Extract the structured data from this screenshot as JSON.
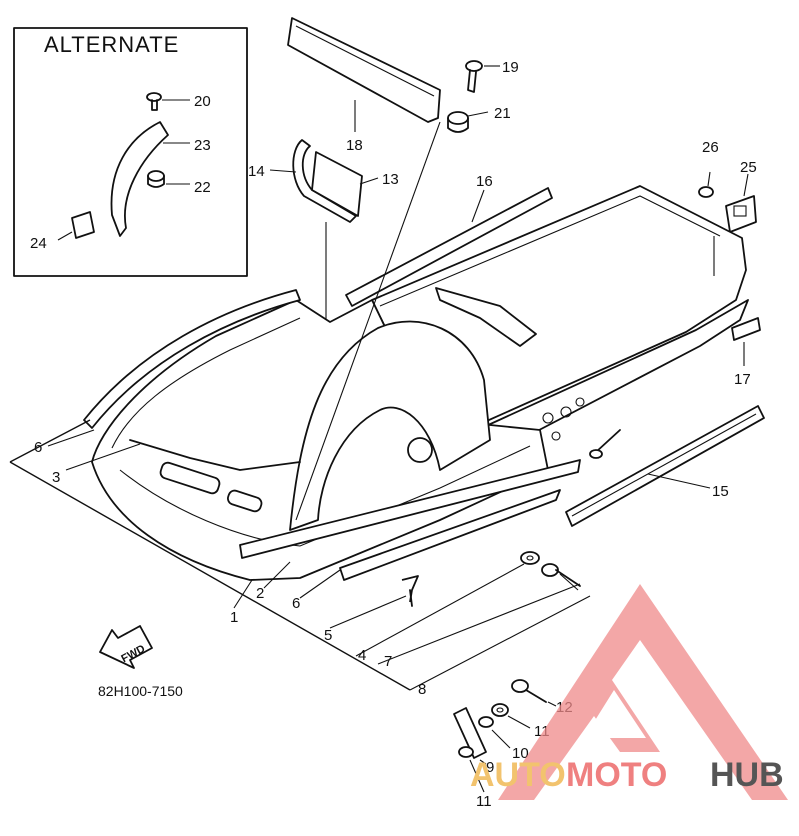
{
  "alternate_title": "ALTERNATE",
  "drawing_code": "82H100-7150",
  "fwd_label": "FWD",
  "callouts": {
    "c1": "1",
    "c2": "2",
    "c3": "3",
    "c4": "4",
    "c5": "5",
    "c6a": "6",
    "c6b": "6",
    "c7": "7",
    "c8": "8",
    "c9": "9",
    "c10": "10",
    "c11a": "11",
    "c11b": "11",
    "c12": "12",
    "c13": "13",
    "c14": "14",
    "c15": "15",
    "c16": "16",
    "c17": "17",
    "c18": "18",
    "c19": "19",
    "c20": "20",
    "c21": "21",
    "c22": "22",
    "c23": "23",
    "c24": "24",
    "c25": "25",
    "c26": "26"
  },
  "watermark": {
    "auto": "AUTO",
    "moto": "MOTO",
    "hub": "HUB"
  }
}
